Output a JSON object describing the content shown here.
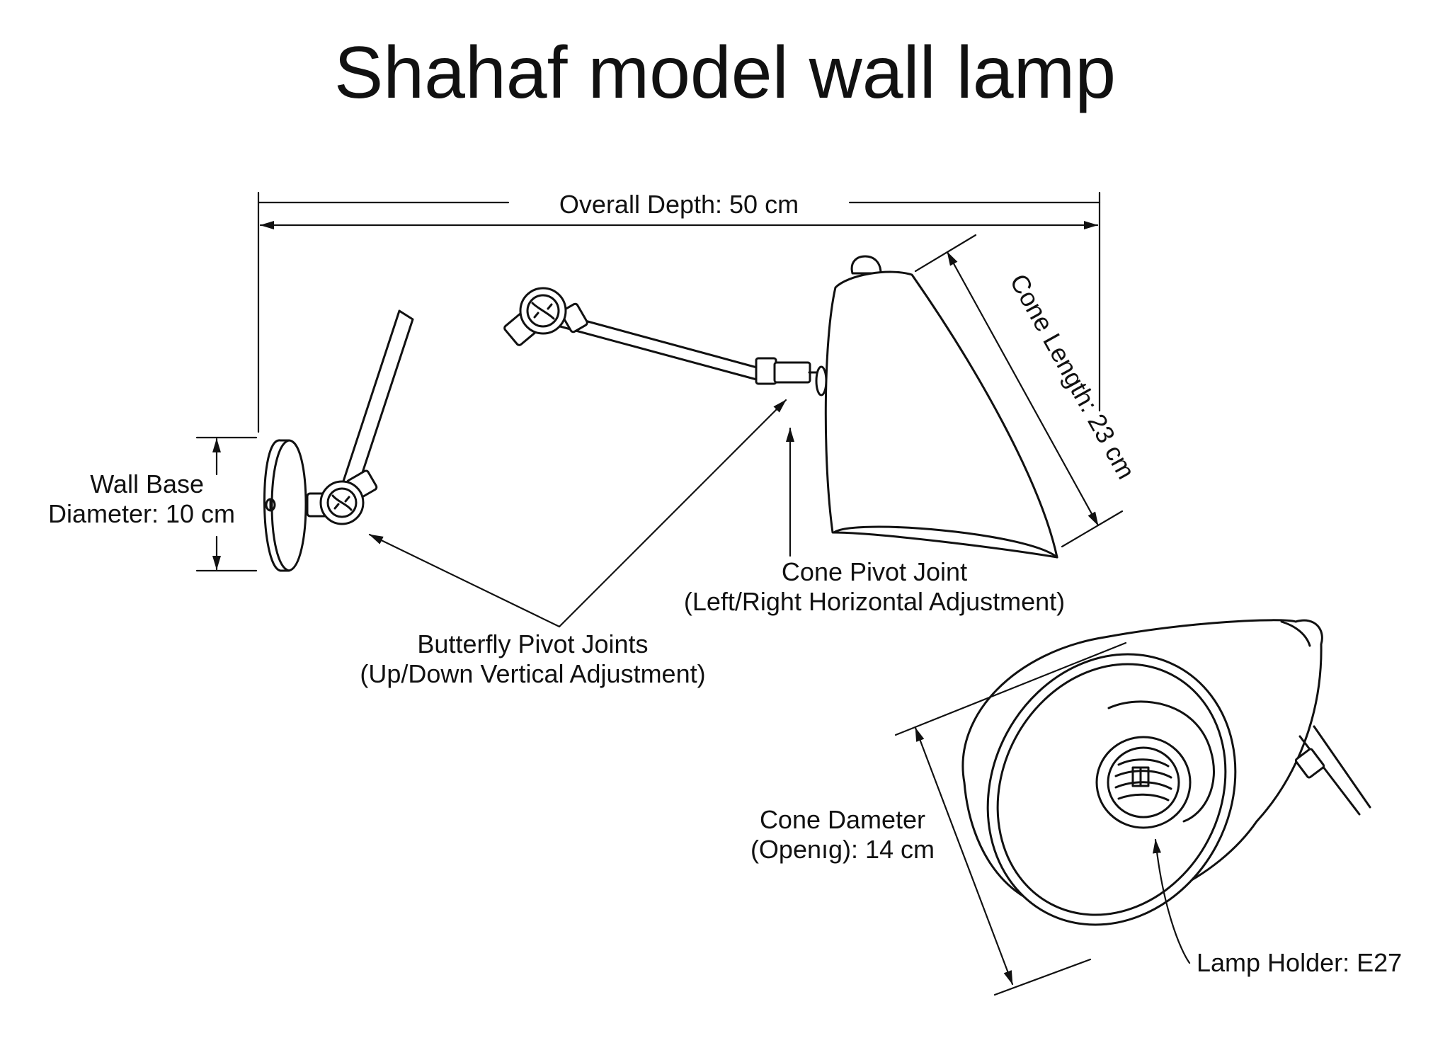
{
  "title": "Shahaf model wall lamp",
  "labels": {
    "overall_depth": "Overall Depth: 50 cm",
    "wall_base_line1": "Wall Base",
    "wall_base_line2": "Diameter: 10 cm",
    "cone_length": "Cone Length: 23 cm",
    "cone_pivot_line1": "Cone Pivot Joint",
    "cone_pivot_line2": "(Left/Right Horizontal Adjustment)",
    "butterfly_line1": "Butterfly Pivot Joints",
    "butterfly_line2": "(Up/Down Vertical Adjustment)",
    "cone_diameter_line1": "Cone Dameter",
    "cone_diameter_line2": "(Openıg): 14 cm",
    "lamp_holder": "Lamp Holder: E27"
  }
}
